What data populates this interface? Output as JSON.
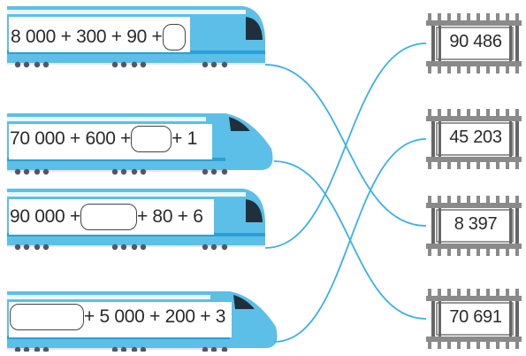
{
  "trains": [
    {
      "id": "t1",
      "parts": [
        "8 000 + 300 + 90 + ",
        "[blank]",
        ""
      ]
    },
    {
      "id": "t2",
      "parts": [
        "70 000 + 600 + ",
        "[blank]",
        " + 1"
      ]
    },
    {
      "id": "t3",
      "parts": [
        "90 000 + ",
        "[blank]",
        " + 80 + 6"
      ]
    },
    {
      "id": "t4",
      "parts": [
        "",
        "[blank]",
        " + 5 000 + 200 + 3"
      ]
    }
  ],
  "tracks": [
    {
      "id": "k1",
      "label": "90 486"
    },
    {
      "id": "k2",
      "label": "45 203"
    },
    {
      "id": "k3",
      "label": "8 397"
    },
    {
      "id": "k4",
      "label": "70 691"
    }
  ],
  "connections": [
    {
      "from": "t1",
      "to": "k3"
    },
    {
      "from": "t2",
      "to": "k4"
    },
    {
      "from": "t3",
      "to": "k1"
    },
    {
      "from": "t4",
      "to": "k2"
    }
  ],
  "colors": {
    "train": "#5bbfe8",
    "train_dark": "#2c9fd6",
    "line": "#3bb0e6",
    "track": "#8a8a8a"
  }
}
